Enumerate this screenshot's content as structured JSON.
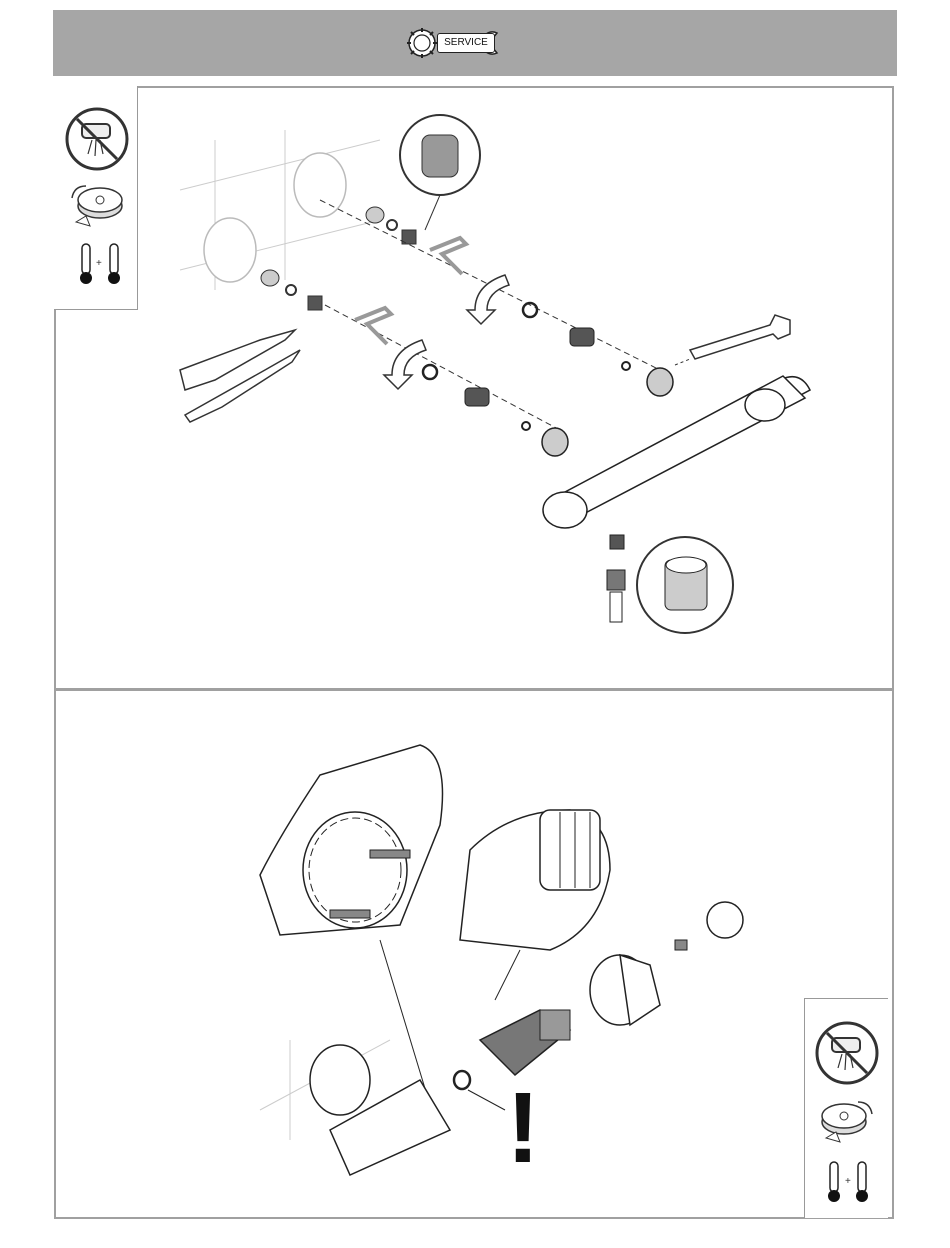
{
  "header": {
    "badge_label": "SERVICE",
    "badge_icon": "gear-wrench-icon",
    "background_color": "#a6a6a6"
  },
  "steps": [
    {
      "id": "step-1",
      "icons": [
        "no-water-flow-icon",
        "check-valve-icon",
        "thermometer-icon",
        "plus-icon",
        "thermometer-icon"
      ],
      "plus_symbol": "+"
    },
    {
      "id": "step-2",
      "icons": [
        "no-water-flow-icon",
        "check-valve-icon",
        "thermometer-icon",
        "plus-icon",
        "thermometer-icon"
      ],
      "plus_symbol": "+",
      "warning_symbol": "!"
    }
  ]
}
